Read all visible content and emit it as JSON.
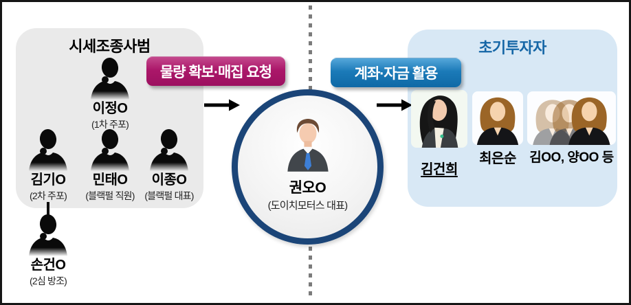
{
  "diagram": {
    "left_group": {
      "title": "시세조종사범",
      "members": [
        {
          "name": "이정O",
          "role": "(1차 주포)"
        },
        {
          "name": "김기O",
          "role": "(2차 주포)"
        },
        {
          "name": "민태O",
          "role": "(블랙펄 직원)"
        },
        {
          "name": "이종O",
          "role": "(블랙펄 대표)"
        },
        {
          "name": "손건O",
          "role": "(2심 방조)"
        }
      ]
    },
    "flow_badges": {
      "acquire": "물량 확보·매집 요청",
      "funds": "계좌·자금 활용"
    },
    "center_person": {
      "name": "권오O",
      "role": "(도이치모터스 대표)"
    },
    "right_group": {
      "title": "초기투자자",
      "members": [
        {
          "name": "김건희"
        },
        {
          "name": "최은순"
        },
        {
          "name": "김OO, 양OO 등"
        }
      ]
    },
    "colors": {
      "left_box_bg": "#eaeaea",
      "right_box_bg": "#d8e8f5",
      "acquire_badge_bg": "#a8156a",
      "funds_badge_bg": "#1878b6",
      "right_title_color": "#1566a6",
      "circle_border": "#1b4578",
      "divider_gray": "#7b7b7b"
    }
  }
}
